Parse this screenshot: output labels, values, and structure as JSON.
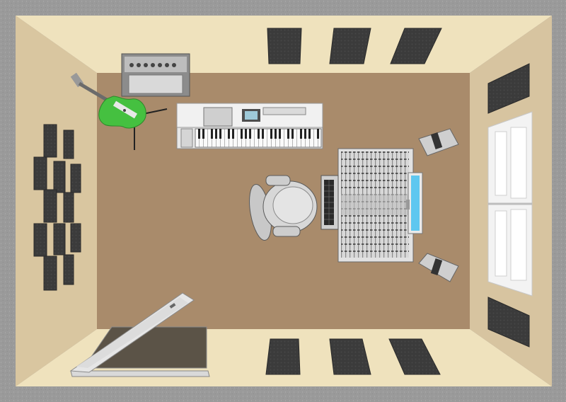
{
  "scene": {
    "description_type": "top-down 3D room render",
    "colors": {
      "outer_border": "#9a9a9a",
      "wall_light": "#efe2bd",
      "wall_left": "#d9c6a0",
      "wall_right": "#d7c4a0",
      "floor": "#a98b6b",
      "acoustic_panel": "#3d3d3d",
      "guitar_body": "#45c040",
      "screen": "#5ec7f0"
    },
    "objects": [
      "guitar-amplifier",
      "electric-guitar",
      "guitar-stand",
      "keyboard-workstation",
      "mixing-console",
      "computer-keyboard",
      "monitor-screen",
      "studio-monitor-top",
      "studio-monitor-bottom",
      "office-chair",
      "floor-hatch",
      "window",
      "acoustic-panels"
    ]
  }
}
